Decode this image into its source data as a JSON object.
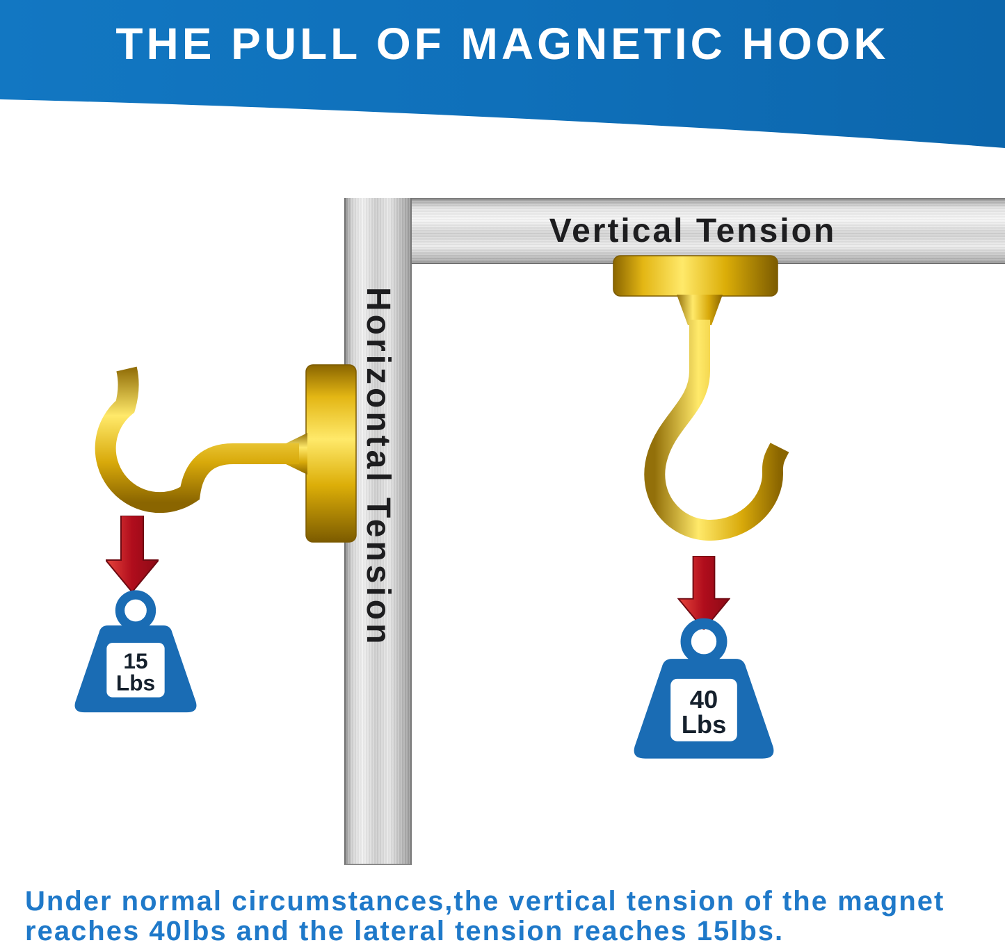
{
  "header": {
    "title": "THE PULL OF MAGNETIC HOOK"
  },
  "diagram": {
    "vertical_tension_label": "Vertical Tension",
    "horizontal_tension_label": "Horizontal Tension",
    "left_weight": {
      "value": "15",
      "unit": "Lbs"
    },
    "right_weight": {
      "value": "40",
      "unit": "Lbs"
    }
  },
  "footer": {
    "line1": "Under normal circumstances,the vertical tension of the magnet",
    "line2": "reaches 40lbs and the lateral tension reaches 15lbs."
  },
  "colors": {
    "header_blue": "#0f70ba",
    "footer_blue": "#1f79c9",
    "gold": "#e8b90f",
    "weight_blue": "#1a6cb4",
    "arrow_red": "#b00d1c",
    "metal_gray": "#cfcfcf",
    "label_dark": "#1d1d1f"
  }
}
